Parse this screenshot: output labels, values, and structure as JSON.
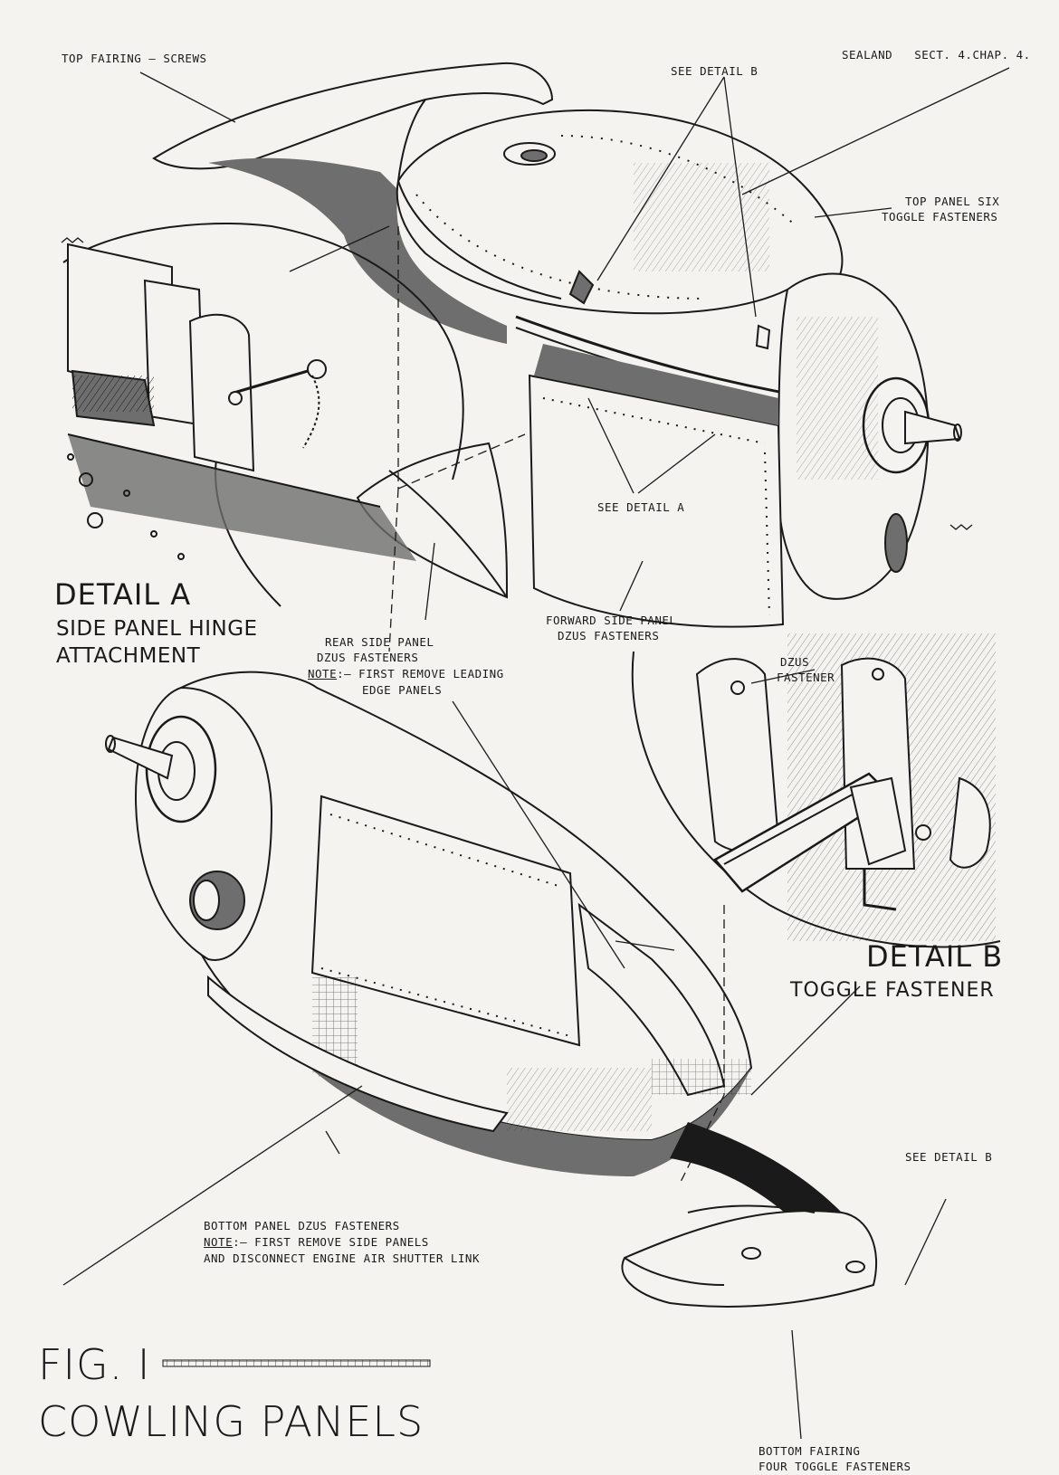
{
  "header": {
    "ref": "SEALAND   SECT. 4.CHAP. 4."
  },
  "labels": {
    "top_fairing": "TOP FAIRING — SCREWS",
    "see_detail_b_top": "SEE DETAIL B",
    "top_panel_line1": "TOP PANEL SIX",
    "top_panel_line2": "TOGGLE FASTENERS",
    "see_detail_a": "SEE DETAIL A",
    "forward_side_line1": "FORWARD SIDE PANEL",
    "forward_side_line2": "DZUS FASTENERS",
    "rear_side_line1": "REAR SIDE PANEL",
    "rear_side_line2": "DZUS FASTENERS",
    "rear_side_note": "NOTE",
    "rear_side_line3": ":— FIRST REMOVE LEADING",
    "rear_side_line4": "EDGE PANELS",
    "dzus_line1": "DZUS",
    "dzus_line2": "FASTENER",
    "see_detail_b_bottom": "SEE DETAIL B",
    "bottom_panel_line1": "BOTTOM PANEL DZUS FASTENERS",
    "bottom_panel_note": "NOTE",
    "bottom_panel_line2": ":— FIRST REMOVE SIDE PANELS",
    "bottom_panel_line3": "AND DISCONNECT ENGINE AIR SHUTTER LINK",
    "bottom_fairing_line1": "BOTTOM FAIRING",
    "bottom_fairing_line2": "FOUR TOGGLE FASTENERS"
  },
  "detail_a": {
    "title": "DETAIL A",
    "subtitle_line1": "SIDE PANEL HINGE",
    "subtitle_line2": "ATTACHMENT"
  },
  "detail_b": {
    "title": "DETAIL B",
    "subtitle": "TOGGLE FASTENER"
  },
  "figure": {
    "number": "FIG. I",
    "title": "COWLING PANELS"
  },
  "colors": {
    "paper": "#f4f3ef",
    "ink": "#1a1a1a",
    "shade": "#6e6e6e"
  }
}
